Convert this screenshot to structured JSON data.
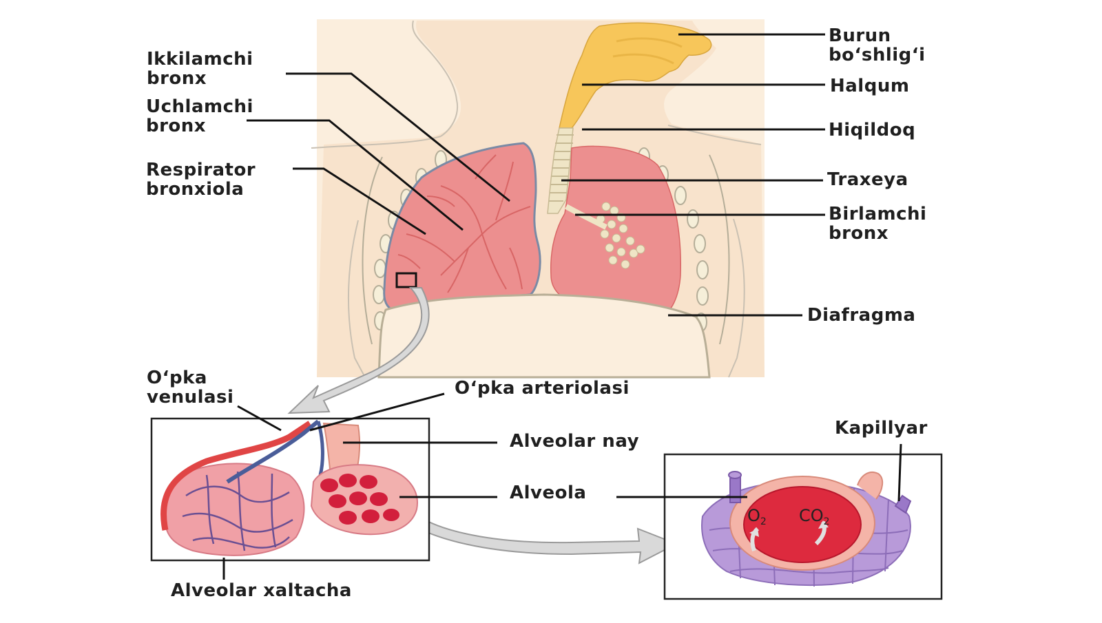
{
  "colors": {
    "skin": "#f8e3cc",
    "body_outline": "#c9c0b2",
    "lung": "#ec8f8f",
    "lung_dark": "#d86565",
    "pleura_outline": "#8a95a8",
    "airway": "#f7c65a",
    "trachea": "#efe5c6",
    "artery": "#e04545",
    "vein": "#4a5d99",
    "alveolus": "#f0a0a6",
    "alveolus_dark": "#d21f3c",
    "capillary": "#a78bd1",
    "arrow": "#d9d9d9",
    "leader_line": "#111111"
  },
  "labels": {
    "ikkilamchi": {
      "line1": "Ikkilamchi",
      "line2": "bronx"
    },
    "uchlamchi": {
      "line1": "Uchlamchi",
      "line2": "bronx"
    },
    "respirator": {
      "line1": "Respirator",
      "line2": "bronxiola"
    },
    "burun": {
      "line1": "Burun",
      "line2": "bo‘shlig‘i"
    },
    "halqum": "Halqum",
    "hiqildoq": "Hiqildoq",
    "traxeya": "Traxeya",
    "birlamchi": {
      "line1": "Birlamchi",
      "line2": "bronx"
    },
    "diafragma": "Diafragma",
    "opka_venulasi": {
      "line1": "O‘pka",
      "line2": "venulasi"
    },
    "opka_arteriolasi": "O‘pka arteriolasi",
    "alveolar_nay": "Alveolar nay",
    "alveola": "Alveola",
    "alveolar_xaltacha": "Alveolar xaltacha",
    "kapillyar": "Kapillyar"
  },
  "gases": {
    "o2": {
      "symbol": "O",
      "sub": "2"
    },
    "co2": {
      "symbol": "CO",
      "sub": "2"
    }
  }
}
